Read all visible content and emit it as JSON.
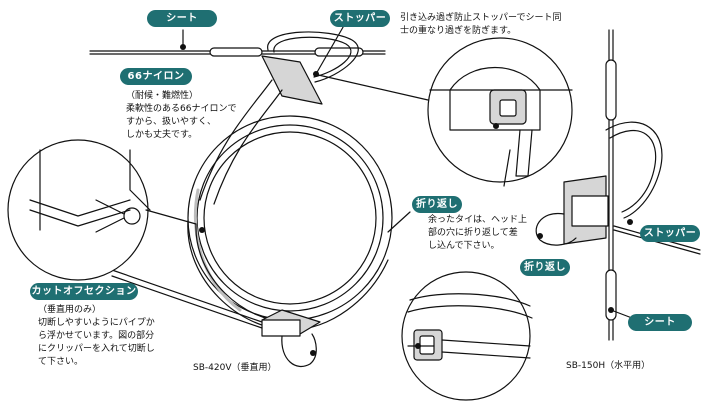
{
  "labels": {
    "sheet_left": "シート",
    "stopper_top": "ストッパー",
    "nylon": "66ナイロン",
    "fold_back": "折り返し",
    "cut_off": "カットオフセクション",
    "fold_back_right": "折り返し",
    "stopper_right": "ストッパー",
    "sheet_right": "シート"
  },
  "notes": {
    "stopper": [
      "引き込み過ぎ防止ストッパーでシート同",
      "士の重なり過ぎを防ぎます。"
    ],
    "nylon": [
      "（耐候・難燃性）",
      "柔軟性のある66ナイロンで",
      "すから、扱いやすく、",
      "しかも丈夫です。"
    ],
    "fold_back": [
      "余ったタイは、ヘッド上",
      "部の穴に折り返して差",
      "し込んで下さい。"
    ],
    "cut_off": [
      "（垂直用のみ）",
      "切断しやすいようにパイプか",
      "ら浮かせています。図の部分",
      "にクリッパーを入れて切断し",
      "て下さい。"
    ]
  },
  "captions": {
    "left_model": "SB-420V（垂直用）",
    "right_model": "SB-150H（水平用）"
  },
  "colors": {
    "badge": "#1f6f72",
    "ink": "#111111",
    "shade": "#d6d6d6"
  },
  "icons": [
    "magnifier-callout-circle",
    "cut-clipper-callout",
    "fold-back-callout"
  ]
}
